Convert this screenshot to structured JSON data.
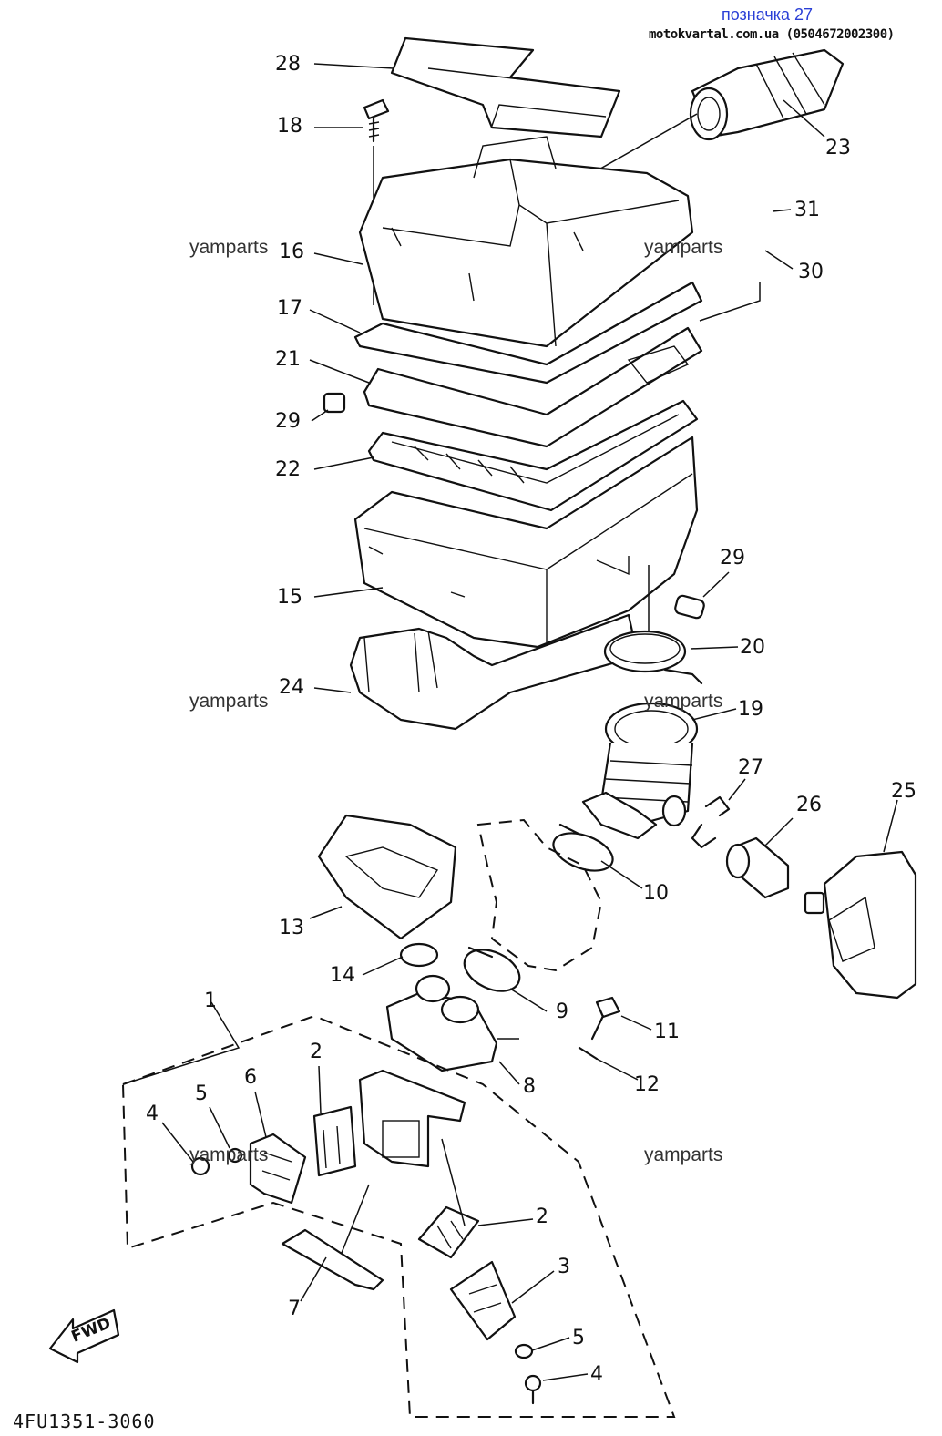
{
  "header": {
    "reference": "позначка 27",
    "site": "motokvartal.com.ua (0504672002300)"
  },
  "watermarks": [
    "yamparts",
    "yamparts",
    "yamparts",
    "yamparts",
    "yamparts",
    "yamparts"
  ],
  "catalog_number": "4FU1351-3060",
  "fwd_label": "FWD",
  "callouts": [
    "28",
    "18",
    "23",
    "31",
    "16",
    "30",
    "17",
    "21",
    "29",
    "22",
    "15",
    "29",
    "20",
    "24",
    "19",
    "27",
    "26",
    "25",
    "10",
    "13",
    "14",
    "9",
    "11",
    "1",
    "12",
    "8",
    "2",
    "6",
    "5",
    "4",
    "2",
    "3",
    "7",
    "5",
    "4"
  ]
}
